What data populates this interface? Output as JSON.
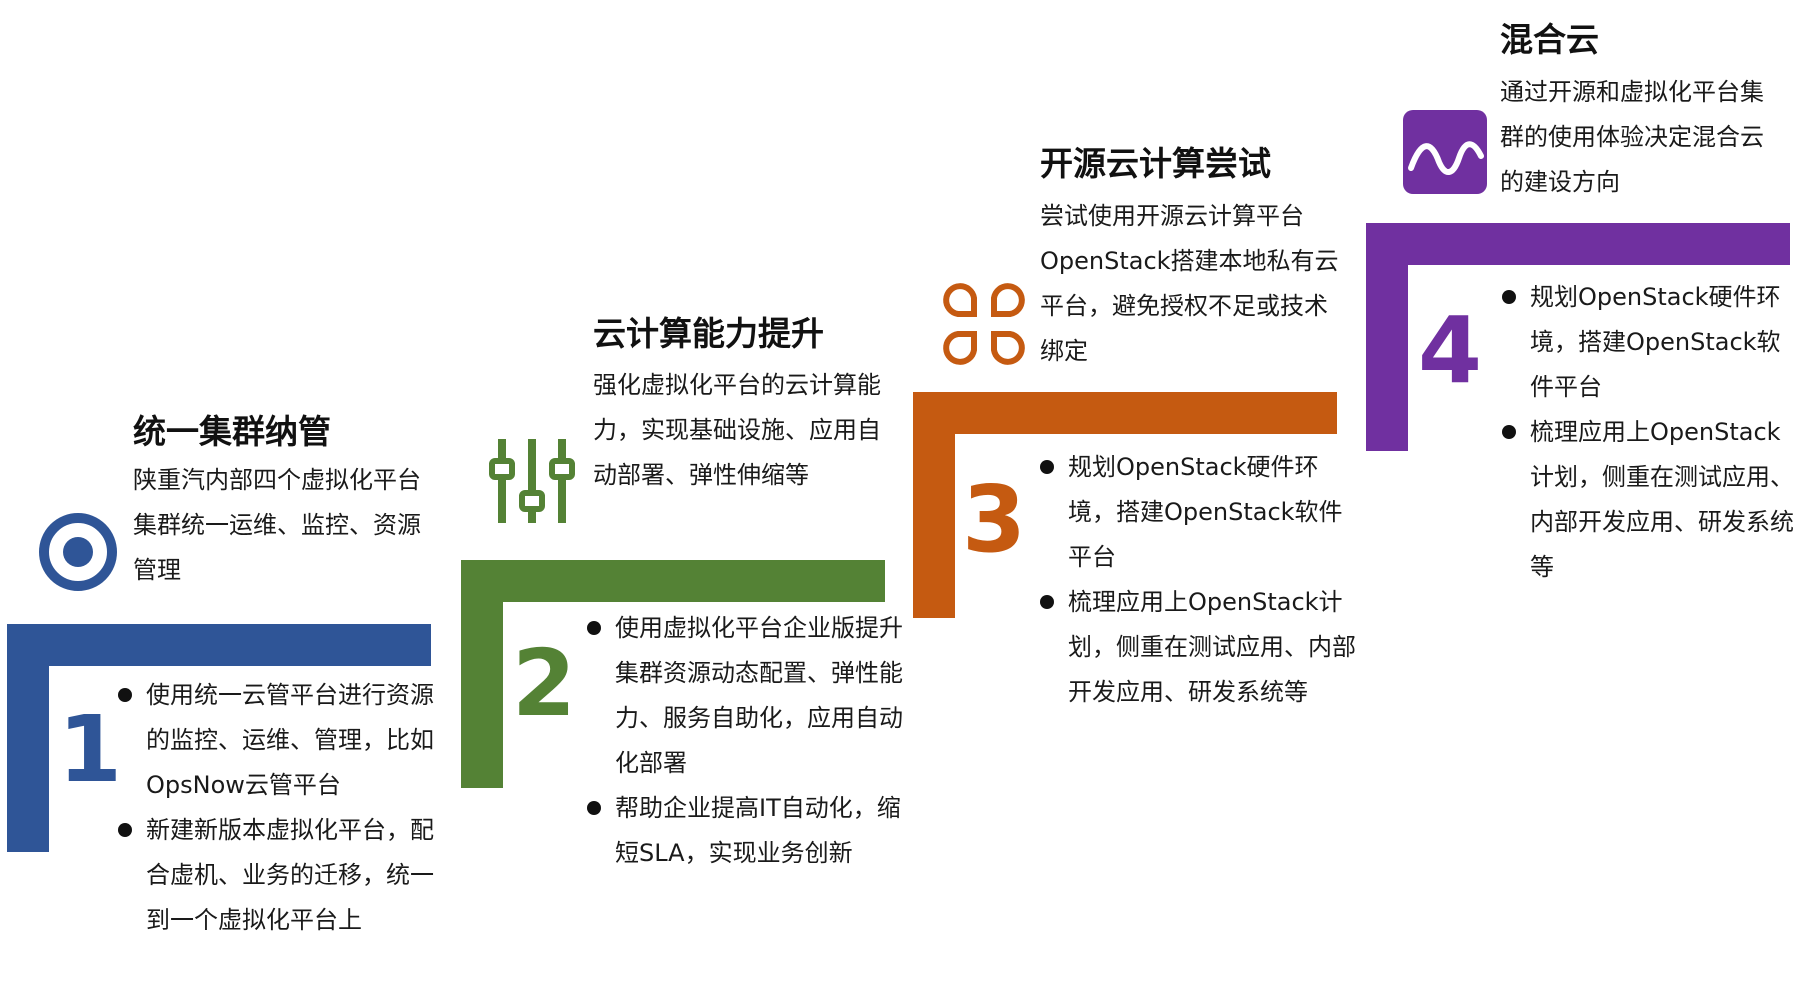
{
  "colors": {
    "stage1": "#2F5597",
    "stage2": "#548235",
    "stage3": "#C55A11",
    "stage4": "#7030A0"
  },
  "stages": [
    {
      "number": "1",
      "title": "统一集群纳管",
      "description": "陕重汽内部四个虚拟化平台集群统一运维、监控、资源管理",
      "icon": "target-icon",
      "bullets": [
        "使用统一云管平台进行资源的监控、运维、管理，比如OpsNow云管平台",
        "新建新版本虚拟化平台，配合虚机、业务的迁移，统一到一个虚拟化平台上"
      ]
    },
    {
      "number": "2",
      "title": "云计算能力提升",
      "description": "强化虚拟化平台的云计算能力，实现基础设施、应用自动部署、弹性伸缩等",
      "icon": "sliders-icon",
      "bullets": [
        "使用虚拟化平台企业版提升集群资源动态配置、弹性能力、服务自助化，应用自动化部署",
        "帮助企业提高IT自动化，缩短SLA，实现业务创新"
      ]
    },
    {
      "number": "3",
      "title": "开源云计算尝试",
      "description": "尝试使用开源云计算平台OpenStack搭建本地私有云平台，避免授权不足或技术绑定",
      "icon": "command-icon",
      "bullets": [
        "规划OpenStack硬件环境，搭建OpenStack软件平台",
        "梳理应用上OpenStack计划，侧重在测试应用、内部开发应用、研发系统等"
      ]
    },
    {
      "number": "4",
      "title": "混合云",
      "description": "通过开源和虚拟化平台集群的使用体验决定混合云的建设方向",
      "icon": "image-wave-icon",
      "bullets": [
        "规划OpenStack硬件环境，搭建OpenStack软件平台",
        "梳理应用上OpenStack计划，侧重在测试应用、内部开发应用、研发系统等"
      ]
    }
  ]
}
